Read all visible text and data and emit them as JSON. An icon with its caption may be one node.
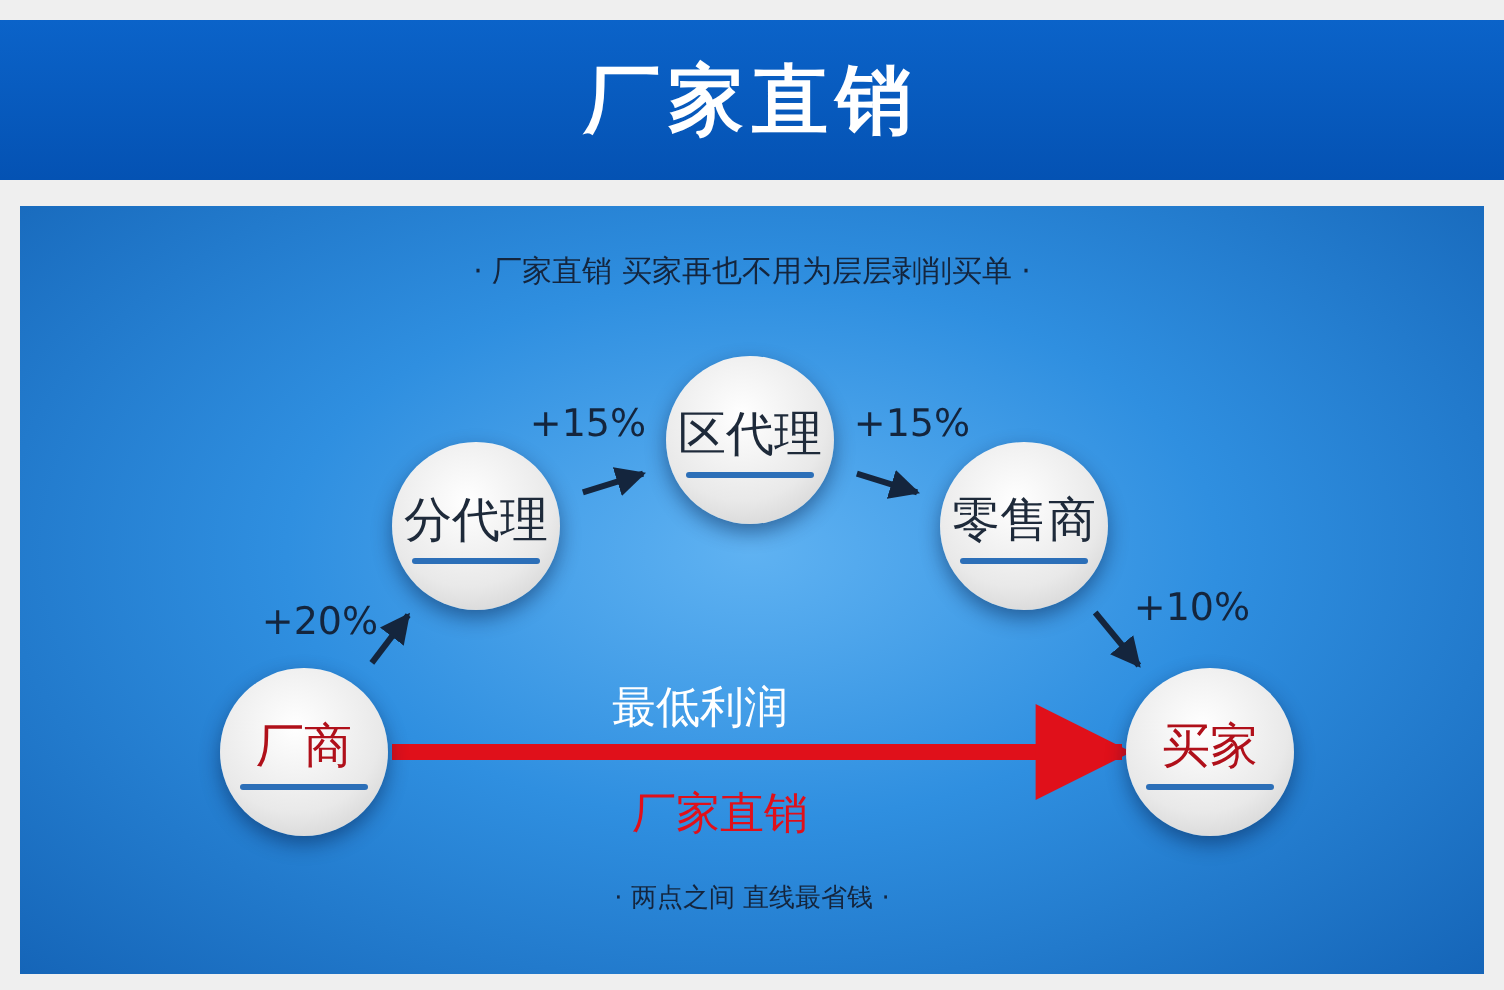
{
  "diagram": {
    "title": "厂家直销",
    "nodes": [
      {
        "text": [
          "厂商"
        ]
      },
      {
        "text": [
          "分代理"
        ]
      },
      {
        "text": [
          "区代理"
        ]
      },
      {
        "text": [
          "零售商"
        ]
      },
      {
        "text": [
          "买家"
        ]
      }
    ],
    "edges": [
      {
        "from": 0,
        "to": 1,
        "arrow": "to",
        "label": "+20%"
      },
      {
        "from": 1,
        "to": 2,
        "arrow": "to",
        "label": "+15%"
      },
      {
        "from": 2,
        "to": 3,
        "arrow": "to",
        "label": "+15%"
      },
      {
        "from": 3,
        "to": 4,
        "arrow": "to",
        "label": "+10%"
      },
      {
        "from": 0,
        "to": 4,
        "arrow": "to",
        "label": "最低利润",
        "style": "thick",
        "color": "#e0101a"
      }
    ],
    "labels": [
      "· 厂家直销  买家再也不用为层层剥削买单 ·",
      "厂家直销",
      "· 两点之间 直线最省钱 ·"
    ]
  }
}
